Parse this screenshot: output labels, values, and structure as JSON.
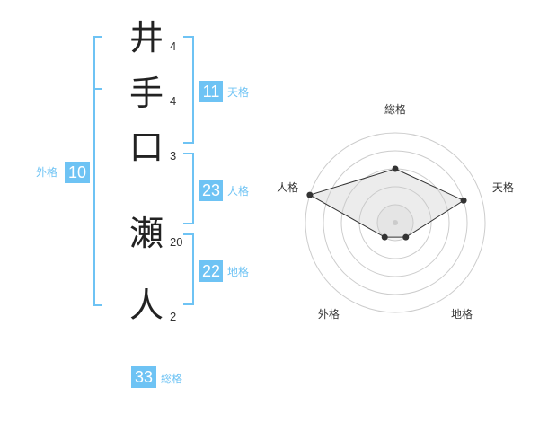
{
  "name": {
    "chars": [
      {
        "char": "井",
        "strokes": "4"
      },
      {
        "char": "手",
        "strokes": "4"
      },
      {
        "char": "口",
        "strokes": "3"
      },
      {
        "char": "瀬",
        "strokes": "20"
      },
      {
        "char": "人",
        "strokes": "2"
      }
    ]
  },
  "kakusu": {
    "tenkaku": {
      "value": "11",
      "label": "天格"
    },
    "jinkaku": {
      "value": "23",
      "label": "人格"
    },
    "chikaku": {
      "value": "22",
      "label": "地格"
    },
    "gaikaku": {
      "value": "10",
      "label": "外格"
    },
    "soukaku": {
      "value": "33",
      "label": "総格"
    }
  },
  "colors": {
    "accent": "#6ec3f4",
    "text": "#222222"
  },
  "chart_data": {
    "type": "radar",
    "axes": [
      "総格",
      "天格",
      "地格",
      "外格",
      "人格"
    ],
    "values": [
      3,
      4,
      1,
      1,
      5
    ],
    "rmax": 5,
    "grid": true
  }
}
